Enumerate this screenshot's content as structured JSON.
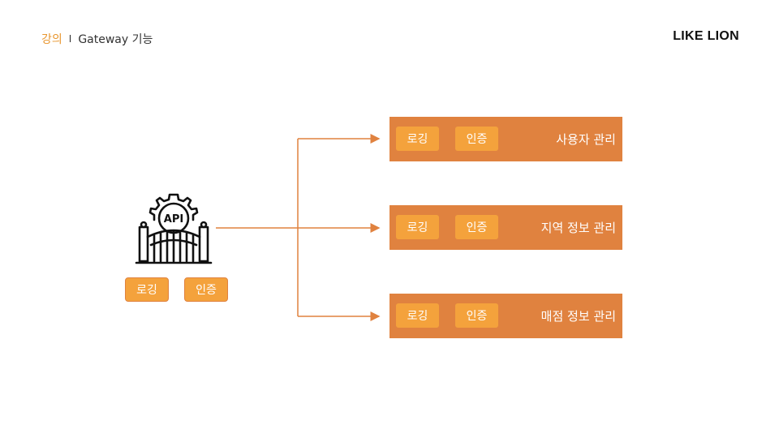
{
  "header": {
    "section": "강의",
    "separator": "I",
    "title": "Gateway 기능"
  },
  "brand": "LIKE LION",
  "gateway": {
    "icon_name": "api-gateway-gate-icon",
    "icon_label": "API",
    "chips": [
      "로깅",
      "인증"
    ]
  },
  "services": [
    {
      "chips": [
        "로깅",
        "인증"
      ],
      "title": "사용자 관리"
    },
    {
      "chips": [
        "로깅",
        "인증"
      ],
      "title": "지역 정보 관리"
    },
    {
      "chips": [
        "로깅",
        "인증"
      ],
      "title": "매점 정보 관리"
    }
  ],
  "colors": {
    "service_bg": "#E0823F",
    "chip_bg": "#F4A23C",
    "accent": "#E8962E",
    "arrow": "#E0823F"
  }
}
